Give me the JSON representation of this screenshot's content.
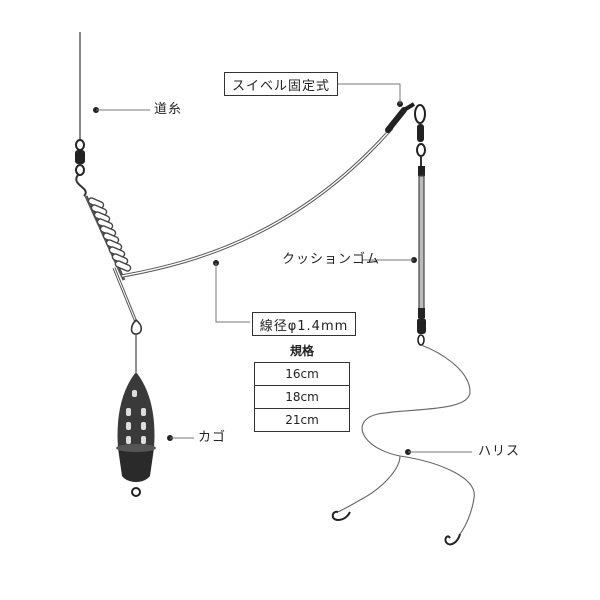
{
  "labels": {
    "michiito": "道糸",
    "swivel": "スイベル固定式",
    "cushion": "クッションゴム",
    "diameter": "線径φ1.4mm",
    "kago": "カゴ",
    "harisu": "ハリス"
  },
  "spec": {
    "title": "規格",
    "sizes": [
      "16cm",
      "18cm",
      "21cm"
    ]
  }
}
